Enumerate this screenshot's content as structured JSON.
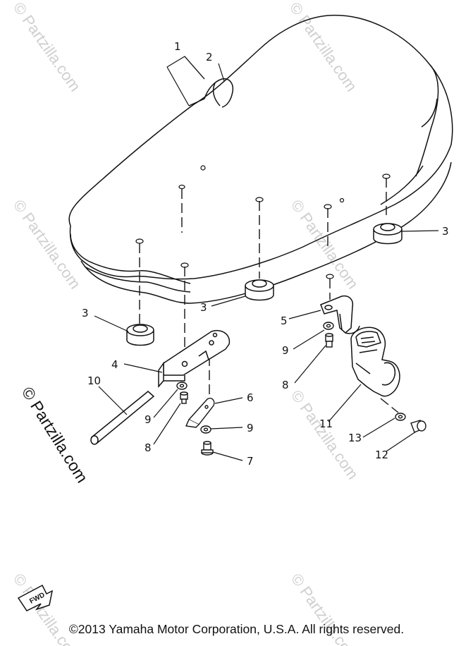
{
  "watermark": "© Partzilla.com",
  "copyright": "©2013  Yamaha Motor Corporation, U.S.A. All rights reserved.",
  "fwd_label": "FWD",
  "callouts": {
    "c1": "1",
    "c2": "2",
    "c3a": "3",
    "c3b": "3",
    "c3c": "3",
    "c4": "4",
    "c5": "5",
    "c6": "6",
    "c7": "7",
    "c8a": "8",
    "c8b": "8",
    "c9a": "9",
    "c9b": "9",
    "c9c": "9",
    "c10": "10",
    "c11": "11",
    "c12": "12",
    "c13": "13"
  }
}
